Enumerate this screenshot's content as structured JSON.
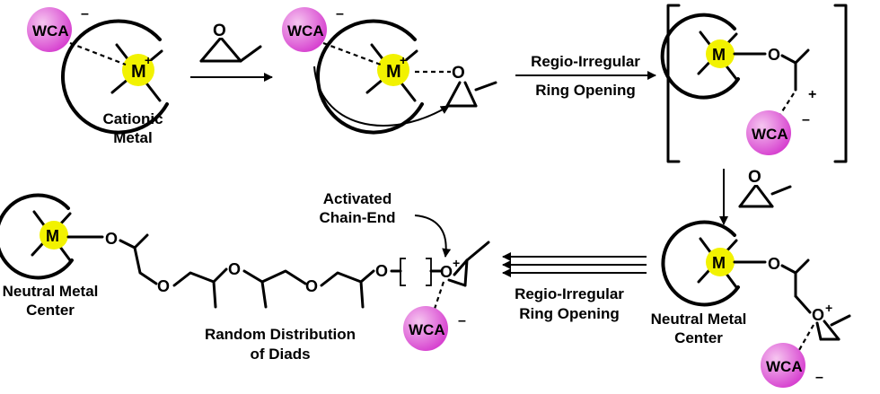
{
  "labels": {
    "cationic_metal": [
      "Cationic",
      "Metal"
    ],
    "regio_irregular_top": [
      "Regio-Irregular",
      "Ring Opening"
    ],
    "regio_irregular_bottom": [
      "Regio-Irregular",
      "Ring Opening"
    ],
    "neutral_metal_right": [
      "Neutral Metal",
      "Center"
    ],
    "neutral_metal_left": [
      "Neutral Metal",
      "Center"
    ],
    "activated_chain_end": [
      "Activated",
      "Chain-End"
    ],
    "random_distribution": [
      "Random Distribution",
      "of Diads"
    ]
  },
  "atoms": {
    "wca": "WCA",
    "metal_cation": "M",
    "metal_neutral": "M",
    "oxygen": "O",
    "plus": "+",
    "minus": "–"
  },
  "colors": {
    "wca_fill": "#e05ad8",
    "wca_highlight": "#f6c6f0",
    "metal_fill": "#f2f200",
    "ink": "#000000"
  }
}
